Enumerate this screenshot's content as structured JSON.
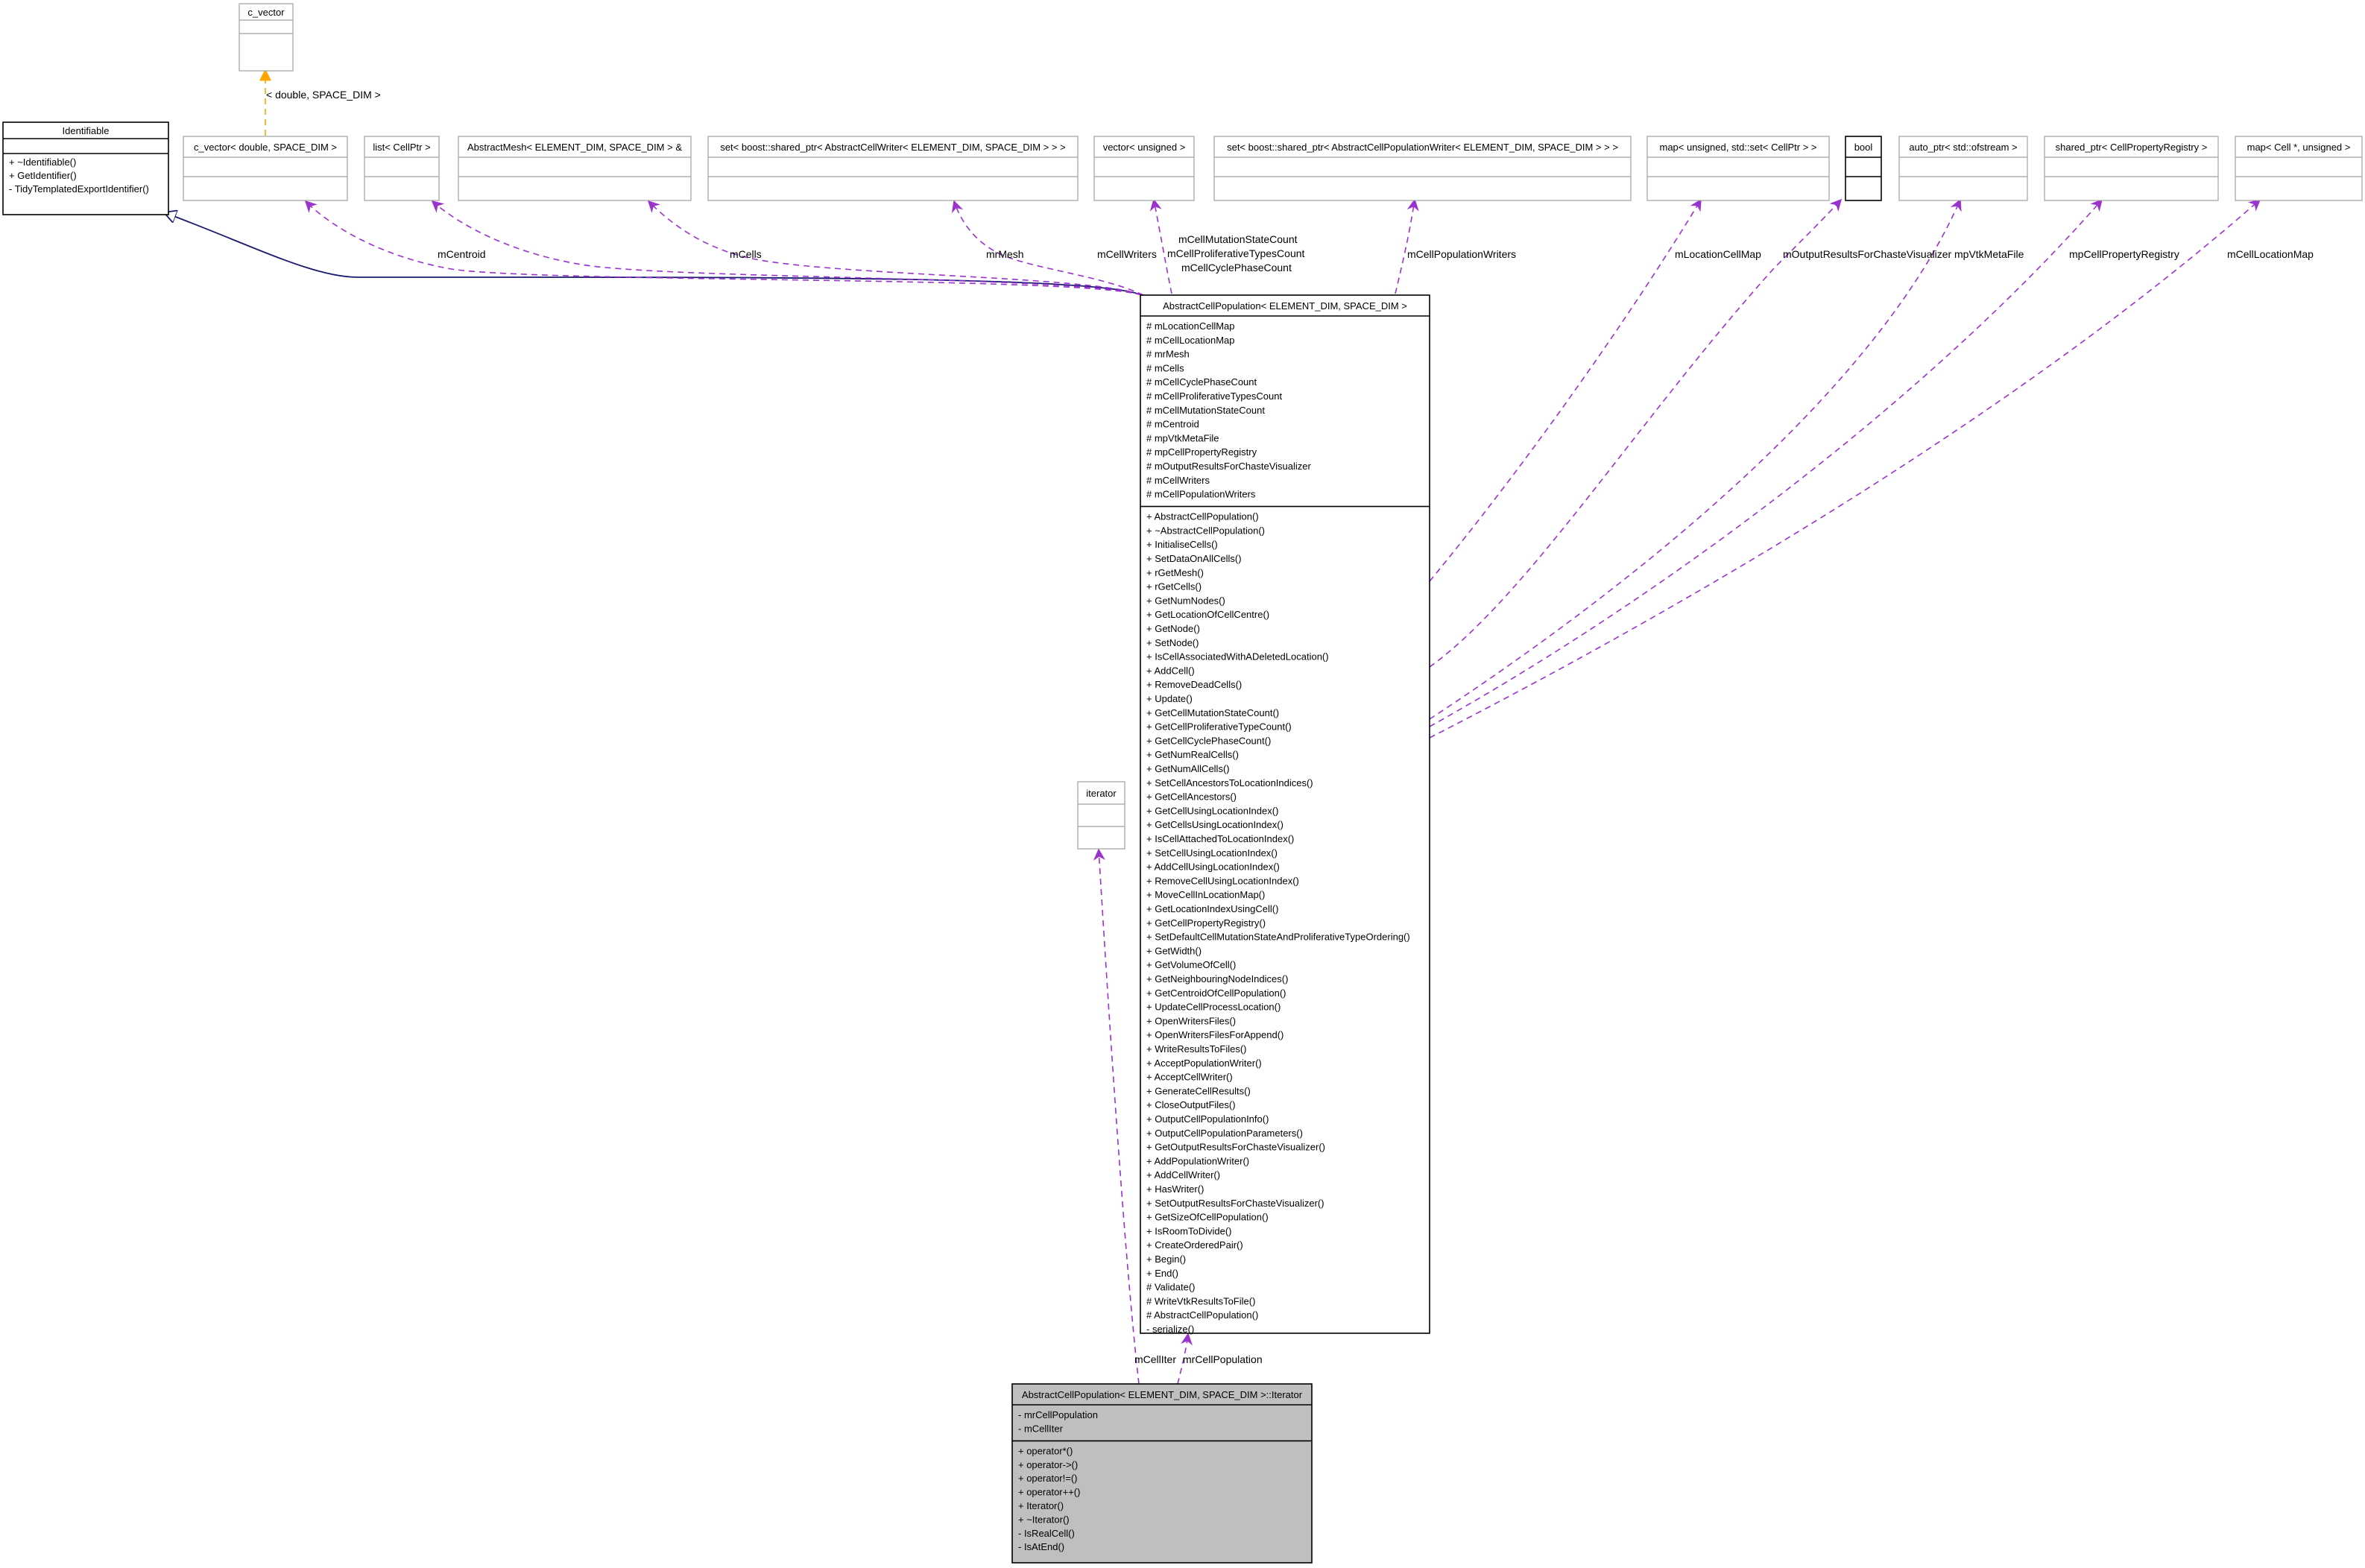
{
  "nodes": {
    "c_vector": {
      "title": "c_vector",
      "attrs": [],
      "ops": []
    },
    "identifiable": {
      "title": "Identifiable",
      "attrs": [],
      "ops": [
        "+ ~Identifiable()",
        "+ GetIdentifier()",
        "- TidyTemplatedExportIdentifier()"
      ]
    },
    "c_vector_double": {
      "title": "c_vector< double, SPACE_DIM >",
      "attrs": [],
      "ops": []
    },
    "list_cellptr": {
      "title": "list< CellPtr >",
      "attrs": [],
      "ops": []
    },
    "abstract_mesh": {
      "title": "AbstractMesh< ELEMENT_DIM, SPACE_DIM > &",
      "attrs": [],
      "ops": []
    },
    "set_cell_writer": {
      "title": "set< boost::shared_ptr< AbstractCellWriter< ELEMENT_DIM, SPACE_DIM > > >",
      "attrs": [],
      "ops": []
    },
    "vector_unsigned": {
      "title": "vector< unsigned >",
      "attrs": [],
      "ops": []
    },
    "set_pop_writer": {
      "title": "set< boost::shared_ptr< AbstractCellPopulationWriter< ELEMENT_DIM, SPACE_DIM > > >",
      "attrs": [],
      "ops": []
    },
    "map_unsigned": {
      "title": "map< unsigned, std::set< CellPtr > >",
      "attrs": [],
      "ops": []
    },
    "bool": {
      "title": "bool",
      "attrs": [],
      "ops": []
    },
    "auto_ptr": {
      "title": "auto_ptr< std::ofstream >",
      "attrs": [],
      "ops": []
    },
    "shared_ptr": {
      "title": "shared_ptr< CellPropertyRegistry >",
      "attrs": [],
      "ops": []
    },
    "map_cell": {
      "title": "map< Cell *, unsigned >",
      "attrs": [],
      "ops": []
    },
    "iterator": {
      "title": "iterator",
      "attrs": [],
      "ops": []
    },
    "abstract_cell_population": {
      "title": "AbstractCellPopulation< ELEMENT_DIM, SPACE_DIM >",
      "attrs": [
        "# mLocationCellMap",
        "# mCellLocationMap",
        "# mrMesh",
        "# mCells",
        "# mCellCyclePhaseCount",
        "# mCellProliferativeTypesCount",
        "# mCellMutationStateCount",
        "# mCentroid",
        "# mpVtkMetaFile",
        "# mpCellPropertyRegistry",
        "# mOutputResultsForChasteVisualizer",
        "# mCellWriters",
        "# mCellPopulationWriters"
      ],
      "ops": [
        "+ AbstractCellPopulation()",
        "+ ~AbstractCellPopulation()",
        "+ InitialiseCells()",
        "+ SetDataOnAllCells()",
        "+ rGetMesh()",
        "+ rGetCells()",
        "+ GetNumNodes()",
        "+ GetLocationOfCellCentre()",
        "+ GetNode()",
        "+ SetNode()",
        "+ IsCellAssociatedWithADeletedLocation()",
        "+ AddCell()",
        "+ RemoveDeadCells()",
        "+ Update()",
        "+ GetCellMutationStateCount()",
        "+ GetCellProliferativeTypeCount()",
        "+ GetCellCyclePhaseCount()",
        "+ GetNumRealCells()",
        "+ GetNumAllCells()",
        "+ SetCellAncestorsToLocationIndices()",
        "+ GetCellAncestors()",
        "+ GetCellUsingLocationIndex()",
        "+ GetCellsUsingLocationIndex()",
        "+ IsCellAttachedToLocationIndex()",
        "+ SetCellUsingLocationIndex()",
        "+ AddCellUsingLocationIndex()",
        "+ RemoveCellUsingLocationIndex()",
        "+ MoveCellInLocationMap()",
        "+ GetLocationIndexUsingCell()",
        "+ GetCellPropertyRegistry()",
        "+ SetDefaultCellMutationStateAndProliferativeTypeOrdering()",
        "+ GetWidth()",
        "+ GetVolumeOfCell()",
        "+ GetNeighbouringNodeIndices()",
        "+ GetCentroidOfCellPopulation()",
        "+ UpdateCellProcessLocation()",
        "+ OpenWritersFiles()",
        "+ OpenWritersFilesForAppend()",
        "+ WriteResultsToFiles()",
        "+ AcceptPopulationWriter()",
        "+ AcceptCellWriter()",
        "+ GenerateCellResults()",
        "+ CloseOutputFiles()",
        "+ OutputCellPopulationInfo()",
        "+ OutputCellPopulationParameters()",
        "+ GetOutputResultsForChasteVisualizer()",
        "+ AddPopulationWriter()",
        "+ AddCellWriter()",
        "+ HasWriter()",
        "+ SetOutputResultsForChasteVisualizer()",
        "+ GetSizeOfCellPopulation()",
        "+ IsRoomToDivide()",
        "+ CreateOrderedPair()",
        "+ Begin()",
        "+ End()",
        "# Validate()",
        "# WriteVtkResultsToFile()",
        "# AbstractCellPopulation()",
        "- serialize()"
      ]
    },
    "population_iterator": {
      "title": "AbstractCellPopulation< ELEMENT_DIM, SPACE_DIM >::Iterator",
      "attrs": [
        "- mrCellPopulation",
        "- mCellIter"
      ],
      "ops": [
        "+ operator*()",
        "+ operator->()",
        "+ operator!=()",
        "+ operator++()",
        "+ Iterator()",
        "+ ~Iterator()",
        "- IsRealCell()",
        "- IsAtEnd()"
      ]
    }
  },
  "edges": {
    "template_binding": "< double, SPACE_DIM >",
    "m_centroid": "mCentroid",
    "m_cells": "mCells",
    "mr_mesh": "mrMesh",
    "m_cell_writers": "mCellWriters",
    "counts": [
      "mCellMutationStateCount",
      "mCellProliferativeTypesCount",
      "mCellCyclePhaseCount"
    ],
    "m_cell_population_writers": "mCellPopulationWriters",
    "m_location_cell_map": "mLocationCellMap",
    "m_output_results": "mOutputResultsForChasteVisualizer",
    "mp_vtk_meta_file": "mpVtkMetaFile",
    "mp_cell_property_registry": "mpCellPropertyRegistry",
    "m_cell_location_map": "mCellLocationMap",
    "m_cell_iter": "mCellIter",
    "mr_cell_population": "mrCellPopulation"
  },
  "colors": {
    "inheritance": "#191970",
    "usage": "#9a32cd",
    "template": "#ffa500",
    "box_border_light": "#a0a0a0",
    "box_border_dark": "#000000",
    "highlight_fill": "#bfbfbf"
  }
}
